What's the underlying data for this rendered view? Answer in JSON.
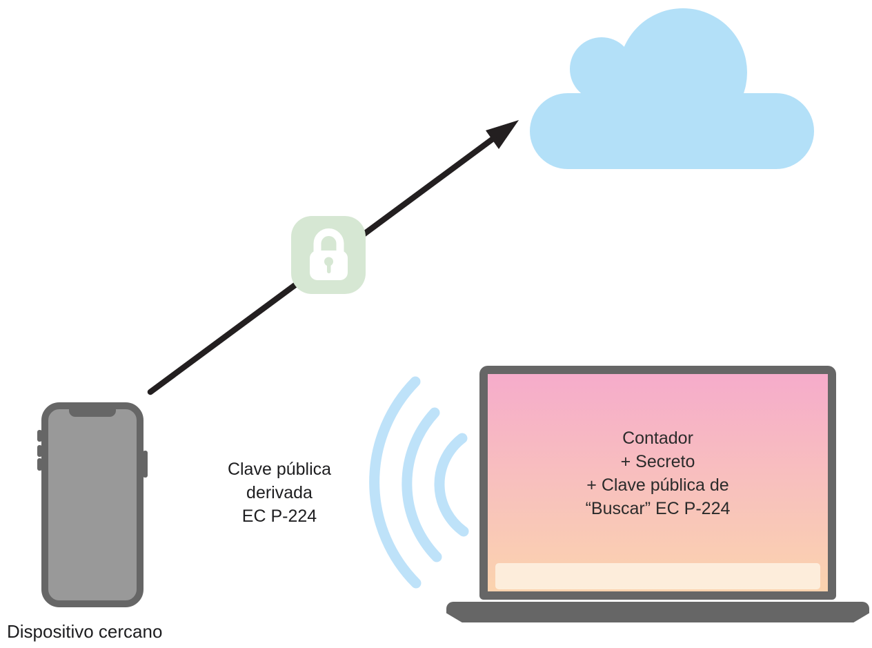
{
  "diagram": {
    "title_semantic": "find-my-key-exchange-diagram",
    "phone": {
      "caption": "Dispositivo cercano",
      "icons": [
        "key-icon",
        "location-arrow-icon"
      ]
    },
    "middle_label": {
      "lines": [
        "Clave pública",
        "derivada",
        "EC P-224"
      ]
    },
    "laptop": {
      "screen_lines": [
        "Contador",
        "+ Secreto",
        "+ Clave pública de",
        "“Buscar” EC P-224"
      ]
    },
    "edge": {
      "from": "phone",
      "to": "cloud",
      "icon": "lock-icon"
    },
    "icons": {
      "cloud": "cloud-icon",
      "lock": "lock-icon",
      "waves": "wireless-signal-icon",
      "key": "key-icon",
      "location": "location-arrow-icon"
    },
    "colors": {
      "cloud_blue": "#B3E0F8",
      "wave_blue": "#BEE2F9",
      "icon_blue": "#A8D8F5",
      "lock_badge_green": "#D6E7D3",
      "device_gray": "#666666",
      "phone_screen_gray": "#999999",
      "screen_gradient_top": "#F6ACCB",
      "screen_gradient_bottom": "#FBD3AE",
      "dock_cream": "#FDF2E3",
      "arrow_black": "#231F20",
      "text_dark": "#1D1D1F"
    }
  }
}
